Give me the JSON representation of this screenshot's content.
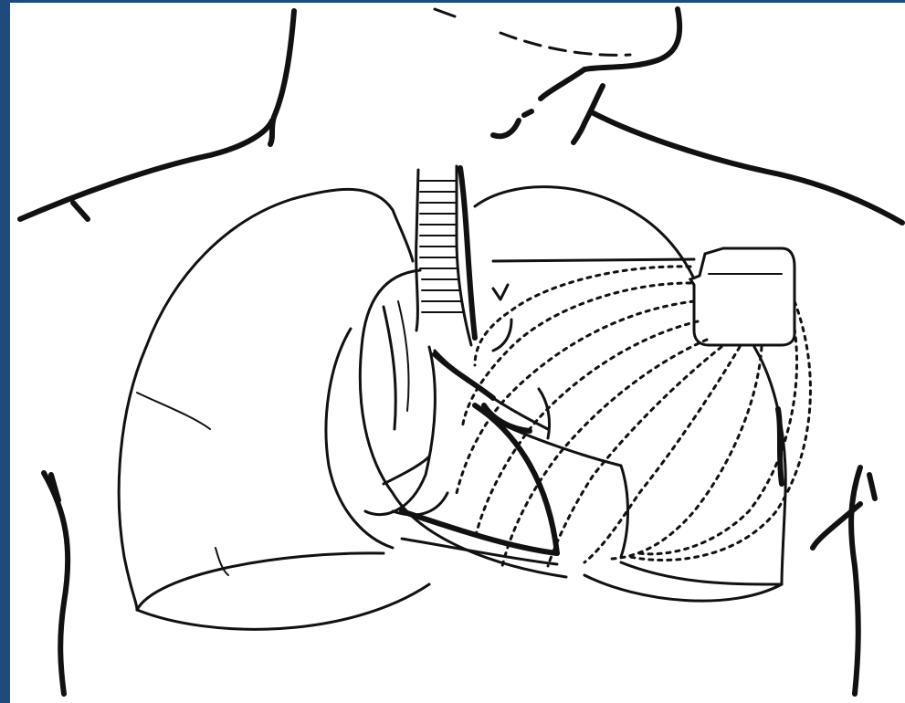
{
  "figure": {
    "subject": "chest-pacemaker-illustration",
    "colors": {
      "border": "#1f4a7c",
      "ink": "#111111",
      "background": "#ffffff",
      "device_fill": "#ffffff"
    },
    "parts": [
      "torso-outline",
      "trachea",
      "right-lung",
      "left-lung",
      "heart",
      "pacemaker-device",
      "pacing-leads",
      "field-lines"
    ]
  }
}
